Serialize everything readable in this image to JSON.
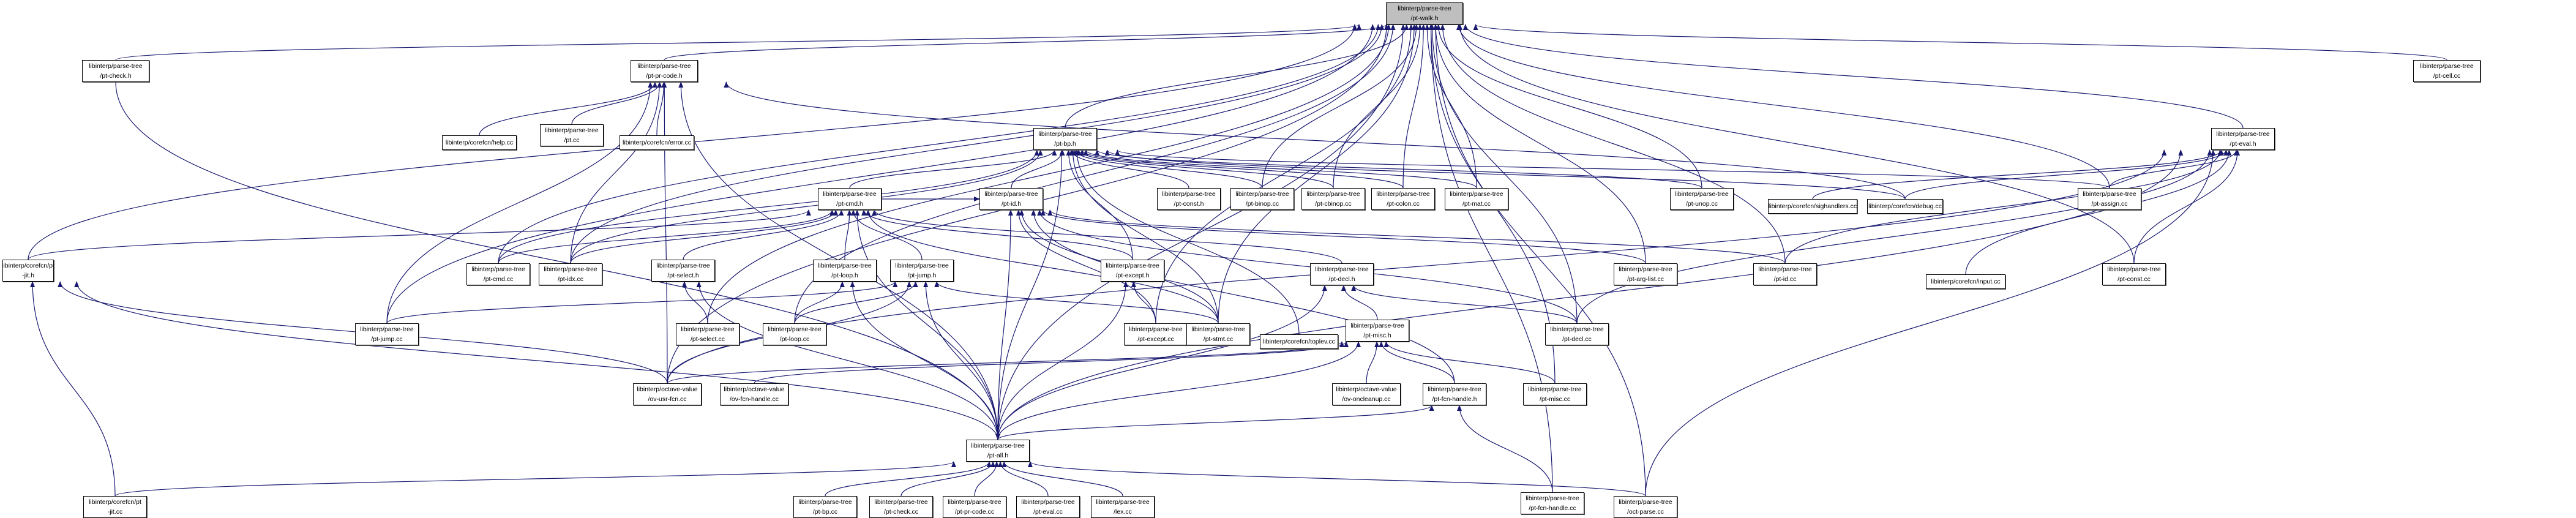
{
  "title": "Include dependency graph for libinterp/parse-tree/pt-walk.h",
  "colors": {
    "edge": "#191970",
    "root_fill": "#bfbfbf",
    "node_fill": "#ffffff",
    "border": "#000000"
  },
  "nodes": [
    {
      "id": "pt-walk.h",
      "lines": [
        "libinterp/parse-tree",
        "/pt-walk.h"
      ],
      "root": true
    },
    {
      "id": "pt-check.h",
      "lines": [
        "libinterp/parse-tree",
        "/pt-check.h"
      ]
    },
    {
      "id": "pt-pr-code.h",
      "lines": [
        "libinterp/parse-tree",
        "/pt-pr-code.h"
      ]
    },
    {
      "id": "pt-cell.cc",
      "lines": [
        "libinterp/parse-tree",
        "/pt-cell.cc"
      ]
    },
    {
      "id": "help.cc",
      "lines": [
        "libinterp/corefcn/help.cc"
      ]
    },
    {
      "id": "pt.cc",
      "lines": [
        "libinterp/parse-tree",
        "/pt.cc"
      ]
    },
    {
      "id": "error.cc",
      "lines": [
        "libinterp/corefcn/error.cc"
      ]
    },
    {
      "id": "pt-bp.h",
      "lines": [
        "libinterp/parse-tree",
        "/pt-bp.h"
      ]
    },
    {
      "id": "pt-eval.h",
      "lines": [
        "libinterp/parse-tree",
        "/pt-eval.h"
      ]
    },
    {
      "id": "pt-cmd.h",
      "lines": [
        "libinterp/parse-tree",
        "/pt-cmd.h"
      ]
    },
    {
      "id": "pt-id.h",
      "lines": [
        "libinterp/parse-tree",
        "/pt-id.h"
      ]
    },
    {
      "id": "pt-const.h",
      "lines": [
        "libinterp/parse-tree",
        "/pt-const.h"
      ]
    },
    {
      "id": "pt-binop.cc",
      "lines": [
        "libinterp/parse-tree",
        "/pt-binop.cc"
      ]
    },
    {
      "id": "pt-cbinop.cc",
      "lines": [
        "libinterp/parse-tree",
        "/pt-cbinop.cc"
      ]
    },
    {
      "id": "pt-colon.cc",
      "lines": [
        "libinterp/parse-tree",
        "/pt-colon.cc"
      ]
    },
    {
      "id": "pt-mat.cc",
      "lines": [
        "libinterp/parse-tree",
        "/pt-mat.cc"
      ]
    },
    {
      "id": "pt-unop.cc",
      "lines": [
        "libinterp/parse-tree",
        "/pt-unop.cc"
      ]
    },
    {
      "id": "sighandlers.cc",
      "lines": [
        "libinterp/corefcn/sighandlers.cc"
      ]
    },
    {
      "id": "debug.cc",
      "lines": [
        "libinterp/corefcn/debug.cc"
      ]
    },
    {
      "id": "pt-assign.cc",
      "lines": [
        "libinterp/parse-tree",
        "/pt-assign.cc"
      ]
    },
    {
      "id": "pt-jit.h",
      "lines": [
        "libinterp/corefcn/pt",
        "-jit.h"
      ]
    },
    {
      "id": "pt-cmd.cc",
      "lines": [
        "libinterp/parse-tree",
        "/pt-cmd.cc"
      ]
    },
    {
      "id": "pt-idx.cc",
      "lines": [
        "libinterp/parse-tree",
        "/pt-idx.cc"
      ]
    },
    {
      "id": "pt-select.h",
      "lines": [
        "libinterp/parse-tree",
        "/pt-select.h"
      ]
    },
    {
      "id": "pt-loop.h",
      "lines": [
        "libinterp/parse-tree",
        "/pt-loop.h"
      ]
    },
    {
      "id": "pt-jump.h",
      "lines": [
        "libinterp/parse-tree",
        "/pt-jump.h"
      ]
    },
    {
      "id": "pt-except.h",
      "lines": [
        "libinterp/parse-tree",
        "/pt-except.h"
      ]
    },
    {
      "id": "pt-decl.h",
      "lines": [
        "libinterp/parse-tree",
        "/pt-decl.h"
      ]
    },
    {
      "id": "pt-arg-list.cc",
      "lines": [
        "libinterp/parse-tree",
        "/pt-arg-list.cc"
      ]
    },
    {
      "id": "pt-id.cc",
      "lines": [
        "libinterp/parse-tree",
        "/pt-id.cc"
      ]
    },
    {
      "id": "input.cc",
      "lines": [
        "libinterp/corefcn/input.cc"
      ]
    },
    {
      "id": "pt-const.cc",
      "lines": [
        "libinterp/parse-tree",
        "/pt-const.cc"
      ]
    },
    {
      "id": "pt-jump.cc",
      "lines": [
        "libinterp/parse-tree",
        "/pt-jump.cc"
      ]
    },
    {
      "id": "pt-select.cc",
      "lines": [
        "libinterp/parse-tree",
        "/pt-select.cc"
      ]
    },
    {
      "id": "pt-loop.cc",
      "lines": [
        "libinterp/parse-tree",
        "/pt-loop.cc"
      ]
    },
    {
      "id": "pt-except.cc",
      "lines": [
        "libinterp/parse-tree",
        "/pt-except.cc"
      ]
    },
    {
      "id": "pt-stmt.cc",
      "lines": [
        "libinterp/parse-tree",
        "/pt-stmt.cc"
      ]
    },
    {
      "id": "toplev.cc",
      "lines": [
        "libinterp/corefcn/toplev.cc"
      ]
    },
    {
      "id": "pt-misc.h",
      "lines": [
        "libinterp/parse-tree",
        "/pt-misc.h"
      ]
    },
    {
      "id": "pt-decl.cc",
      "lines": [
        "libinterp/parse-tree",
        "/pt-decl.cc"
      ]
    },
    {
      "id": "ov-usr-fcn.cc",
      "lines": [
        "libinterp/octave-value",
        "/ov-usr-fcn.cc"
      ]
    },
    {
      "id": "ov-fcn-handle.cc",
      "lines": [
        "libinterp/octave-value",
        "/ov-fcn-handle.cc"
      ]
    },
    {
      "id": "ov-oncleanup.cc",
      "lines": [
        "libinterp/octave-value",
        "/ov-oncleanup.cc"
      ]
    },
    {
      "id": "pt-fcn-handle.h",
      "lines": [
        "libinterp/parse-tree",
        "/pt-fcn-handle.h"
      ]
    },
    {
      "id": "pt-misc.cc",
      "lines": [
        "libinterp/parse-tree",
        "/pt-misc.cc"
      ]
    },
    {
      "id": "pt-all.h",
      "lines": [
        "libinterp/parse-tree",
        "/pt-all.h"
      ]
    },
    {
      "id": "pt-fcn-handle.cc",
      "lines": [
        "libinterp/parse-tree",
        "/pt-fcn-handle.cc"
      ]
    },
    {
      "id": "pt-jit.cc",
      "lines": [
        "libinterp/corefcn/pt",
        "-jit.cc"
      ]
    },
    {
      "id": "pt-bp.cc",
      "lines": [
        "libinterp/parse-tree",
        "/pt-bp.cc"
      ]
    },
    {
      "id": "pt-check.cc",
      "lines": [
        "libinterp/parse-tree",
        "/pt-check.cc"
      ]
    },
    {
      "id": "pt-pr-code.cc",
      "lines": [
        "libinterp/parse-tree",
        "/pt-pr-code.cc"
      ]
    },
    {
      "id": "pt-eval.cc",
      "lines": [
        "libinterp/parse-tree",
        "/pt-eval.cc"
      ]
    },
    {
      "id": "lex.cc",
      "lines": [
        "libinterp/parse-tree",
        "/lex.cc"
      ]
    },
    {
      "id": "oct-parse.cc",
      "lines": [
        "libinterp/parse-tree",
        "/oct-parse.cc"
      ]
    }
  ],
  "edges": [
    [
      "pt-check.h",
      "pt-walk.h"
    ],
    [
      "pt-pr-code.h",
      "pt-walk.h"
    ],
    [
      "pt-cell.cc",
      "pt-walk.h"
    ],
    [
      "pt-bp.h",
      "pt-walk.h"
    ],
    [
      "pt-eval.h",
      "pt-walk.h"
    ],
    [
      "pt-jit.h",
      "pt-walk.h"
    ],
    [
      "pt-binop.cc",
      "pt-walk.h"
    ],
    [
      "pt-cbinop.cc",
      "pt-walk.h"
    ],
    [
      "pt-colon.cc",
      "pt-walk.h"
    ],
    [
      "pt-mat.cc",
      "pt-walk.h"
    ],
    [
      "pt-unop.cc",
      "pt-walk.h"
    ],
    [
      "pt-assign.cc",
      "pt-walk.h"
    ],
    [
      "pt-arg-list.cc",
      "pt-walk.h"
    ],
    [
      "pt-id.cc",
      "pt-walk.h"
    ],
    [
      "pt-const.cc",
      "pt-walk.h"
    ],
    [
      "pt-cmd.cc",
      "pt-walk.h"
    ],
    [
      "pt-idx.cc",
      "pt-walk.h"
    ],
    [
      "pt-jump.cc",
      "pt-walk.h"
    ],
    [
      "pt-select.cc",
      "pt-walk.h"
    ],
    [
      "pt-loop.cc",
      "pt-walk.h"
    ],
    [
      "pt-except.cc",
      "pt-walk.h"
    ],
    [
      "pt-stmt.cc",
      "pt-walk.h"
    ],
    [
      "pt-decl.cc",
      "pt-walk.h"
    ],
    [
      "pt-misc.cc",
      "pt-walk.h"
    ],
    [
      "pt-fcn-handle.cc",
      "pt-walk.h"
    ],
    [
      "ov-usr-fcn.cc",
      "pt-walk.h"
    ],
    [
      "pt-all.h",
      "pt-walk.h"
    ],
    [
      "oct-parse.cc",
      "pt-walk.h"
    ],
    [
      "pt-check.h",
      "pt-all.h"
    ],
    [
      "help.cc",
      "pt-pr-code.h"
    ],
    [
      "pt.cc",
      "pt-pr-code.h"
    ],
    [
      "error.cc",
      "pt-pr-code.h"
    ],
    [
      "debug.cc",
      "pt-pr-code.h"
    ],
    [
      "pt-jump.cc",
      "pt-pr-code.h"
    ],
    [
      "ov-usr-fcn.cc",
      "pt-pr-code.h"
    ],
    [
      "pt-all.h",
      "pt-pr-code.h"
    ],
    [
      "pt-idx.cc",
      "pt-pr-code.h"
    ],
    [
      "pt-cmd.h",
      "pt-bp.h"
    ],
    [
      "pt-id.h",
      "pt-bp.h"
    ],
    [
      "pt-const.h",
      "pt-bp.h"
    ],
    [
      "pt-binop.cc",
      "pt-bp.h"
    ],
    [
      "pt-cbinop.cc",
      "pt-bp.h"
    ],
    [
      "pt-colon.cc",
      "pt-bp.h"
    ],
    [
      "pt-mat.cc",
      "pt-bp.h"
    ],
    [
      "pt-unop.cc",
      "pt-bp.h"
    ],
    [
      "debug.cc",
      "pt-bp.h"
    ],
    [
      "pt-assign.cc",
      "pt-bp.h"
    ],
    [
      "pt-all.h",
      "pt-bp.h"
    ],
    [
      "pt-cmd.cc",
      "pt-bp.h"
    ],
    [
      "pt-idx.cc",
      "pt-bp.h"
    ],
    [
      "pt-stmt.cc",
      "pt-bp.h"
    ],
    [
      "pt-except.h",
      "pt-bp.h"
    ],
    [
      "pt-assign.cc",
      "pt-eval.h"
    ],
    [
      "sighandlers.cc",
      "pt-eval.h"
    ],
    [
      "debug.cc",
      "pt-eval.h"
    ],
    [
      "pt-id.cc",
      "pt-eval.h"
    ],
    [
      "input.cc",
      "pt-eval.h"
    ],
    [
      "pt-const.cc",
      "pt-eval.h"
    ],
    [
      "pt-all.h",
      "pt-eval.h"
    ],
    [
      "oct-parse.cc",
      "pt-eval.h"
    ],
    [
      "ov-usr-fcn.cc",
      "pt-eval.h"
    ],
    [
      "pt-decl.cc",
      "pt-eval.h"
    ],
    [
      "pt-select.h",
      "pt-cmd.h"
    ],
    [
      "pt-loop.h",
      "pt-cmd.h"
    ],
    [
      "pt-jump.h",
      "pt-cmd.h"
    ],
    [
      "pt-except.h",
      "pt-cmd.h"
    ],
    [
      "pt-decl.h",
      "pt-cmd.h"
    ],
    [
      "pt-cmd.cc",
      "pt-cmd.h"
    ],
    [
      "pt-all.h",
      "pt-cmd.h"
    ],
    [
      "pt-stmt.cc",
      "pt-cmd.h"
    ],
    [
      "pt-idx.cc",
      "pt-cmd.h"
    ],
    [
      "pt-jit.h",
      "pt-cmd.h"
    ],
    [
      "pt-cmd.h",
      "pt-id.h"
    ],
    [
      "pt-id.cc",
      "pt-id.h"
    ],
    [
      "pt-arg-list.cc",
      "pt-id.h"
    ],
    [
      "pt-decl.cc",
      "pt-id.h"
    ],
    [
      "pt-fcn-handle.h",
      "pt-id.h"
    ],
    [
      "pt-except.cc",
      "pt-id.h"
    ],
    [
      "pt-stmt.cc",
      "pt-id.h"
    ],
    [
      "pt-all.h",
      "pt-id.h"
    ],
    [
      "pt-select.cc",
      "pt-select.h"
    ],
    [
      "pt-all.h",
      "pt-select.h"
    ],
    [
      "pt-loop.cc",
      "pt-loop.h"
    ],
    [
      "pt-all.h",
      "pt-loop.h"
    ],
    [
      "pt-jump.cc",
      "pt-jump.h"
    ],
    [
      "pt-all.h",
      "pt-jump.h"
    ],
    [
      "pt-loop.cc",
      "pt-jump.h"
    ],
    [
      "pt-stmt.cc",
      "pt-jump.h"
    ],
    [
      "ov-usr-fcn.cc",
      "pt-jump.h"
    ],
    [
      "pt-except.cc",
      "pt-except.h"
    ],
    [
      "pt-all.h",
      "pt-except.h"
    ],
    [
      "pt-decl.cc",
      "pt-decl.h"
    ],
    [
      "pt-misc.h",
      "pt-decl.h"
    ],
    [
      "pt-all.h",
      "pt-decl.h"
    ],
    [
      "ov-usr-fcn.cc",
      "pt-misc.h"
    ],
    [
      "ov-fcn-handle.cc",
      "pt-misc.h"
    ],
    [
      "ov-oncleanup.cc",
      "pt-misc.h"
    ],
    [
      "pt-fcn-handle.h",
      "pt-misc.h"
    ],
    [
      "pt-misc.cc",
      "pt-misc.h"
    ],
    [
      "pt-all.h",
      "pt-misc.h"
    ],
    [
      "pt-fcn-handle.cc",
      "pt-fcn-handle.h"
    ],
    [
      "pt-all.h",
      "pt-fcn-handle.h"
    ],
    [
      "pt-jit.cc",
      "pt-jit.h"
    ],
    [
      "pt-all.h",
      "pt-jit.h"
    ],
    [
      "ov-usr-fcn.cc",
      "pt-jit.h"
    ],
    [
      "pt-jit.cc",
      "pt-all.h"
    ],
    [
      "pt-bp.cc",
      "pt-all.h"
    ],
    [
      "pt-check.cc",
      "pt-all.h"
    ],
    [
      "pt-pr-code.cc",
      "pt-all.h"
    ],
    [
      "pt-eval.cc",
      "pt-all.h"
    ],
    [
      "lex.cc",
      "pt-all.h"
    ],
    [
      "oct-parse.cc",
      "pt-all.h"
    ],
    [
      "toplev.cc",
      "pt-bp.h"
    ]
  ]
}
